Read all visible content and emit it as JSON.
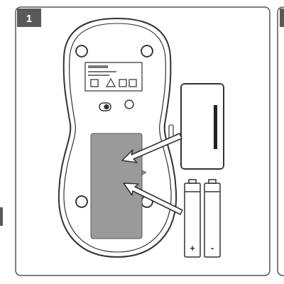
{
  "diagram": {
    "nodes": [
      {
        "text": [
          "1"
        ]
      }
    ],
    "labels": [
      "+",
      "-"
    ]
  }
}
